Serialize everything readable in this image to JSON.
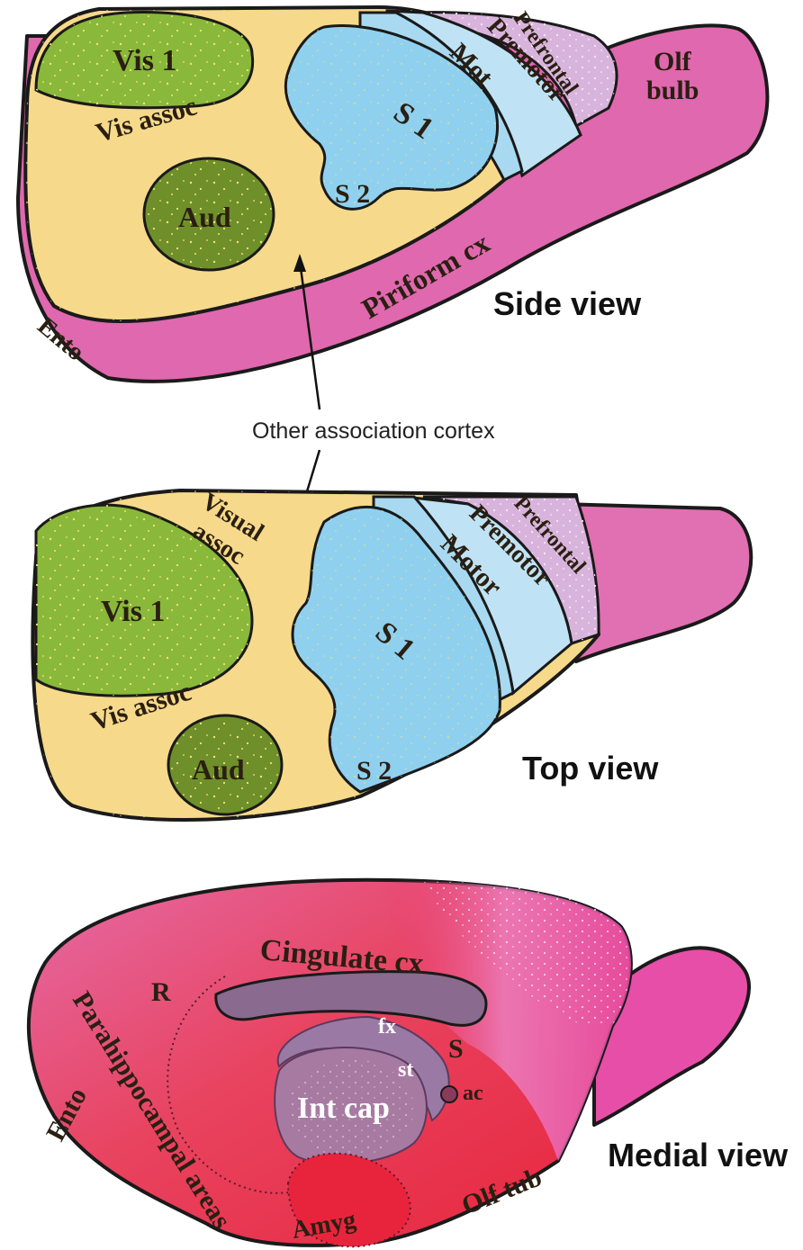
{
  "colors": {
    "visual_primary": "#8ab83a",
    "auditory": "#6f8f2a",
    "association": "#f6d98a",
    "somatosensory": "#8fd0ef",
    "motor": "#bfe3f4",
    "prefrontal": "#d8b4dc",
    "olfactory": "#e070b2",
    "piriform": "#df68ae",
    "medial_base": "#e8336a",
    "midline": "#8a6a8e"
  },
  "side_view": {
    "title": "Side view",
    "vis1": "Vis 1",
    "vis_assoc": "Vis assoc",
    "aud": "Aud",
    "s1": "S 1",
    "s2": "S 2",
    "mot": "Mot",
    "premotor": "Premotor",
    "prefrontal": "Prefrontal",
    "olf_bulb_1": "Olf",
    "olf_bulb_2": "bulb",
    "piriform": "Piriform cx",
    "ento": "Ento"
  },
  "callout": {
    "text": "Other association cortex"
  },
  "top_view": {
    "title": "Top view",
    "visual_assoc_1": "Visual",
    "visual_assoc_2": "assoc",
    "vis1": "Vis 1",
    "vis_assoc": "Vis assoc",
    "aud": "Aud",
    "s1": "S 1",
    "s2": "S 2",
    "motor": "Motor",
    "premotor": "Premotor",
    "prefrontal": "Prefrontal"
  },
  "medial_view": {
    "title": "Medial view",
    "cingulate": "Cingulate cx",
    "r": "R",
    "s": "S",
    "fx": "fx",
    "st": "st",
    "ac": "ac",
    "int_cap": "Int cap",
    "parahippocampal": "Parahippocampal areas",
    "ento": "Ento",
    "amyg": "Amyg",
    "olf_tub": "Olf tub"
  }
}
